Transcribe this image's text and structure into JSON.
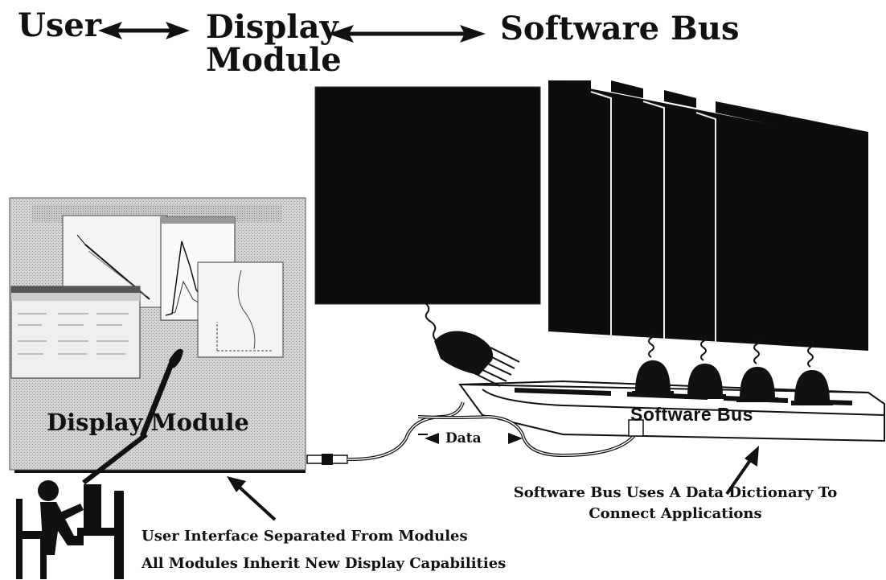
{
  "header": {
    "user_label": "User",
    "display_module_label": "Display Module",
    "display_line1": "Display",
    "display_line2": "Module",
    "software_bus_label": "Software Bus"
  },
  "diagram": {
    "display_module_panel_label": "Display Module",
    "software_bus_device_label": "Software Bus",
    "data_label": "Data",
    "application_panel_count": 5,
    "bus_connector_count": 4
  },
  "captions": {
    "bus_line1": "Software Bus Uses A Data Dictionary To",
    "bus_line2": "Connect Applications",
    "ui_line1": "User Interface  Separated From Modules",
    "ui_line2": "All Modules Inherit New Display Capabilities"
  },
  "colors": {
    "ink": "#111111",
    "panel_dark": "#0e0e0e",
    "panel_gray": "#bdbdbd",
    "background": "#ffffff"
  }
}
